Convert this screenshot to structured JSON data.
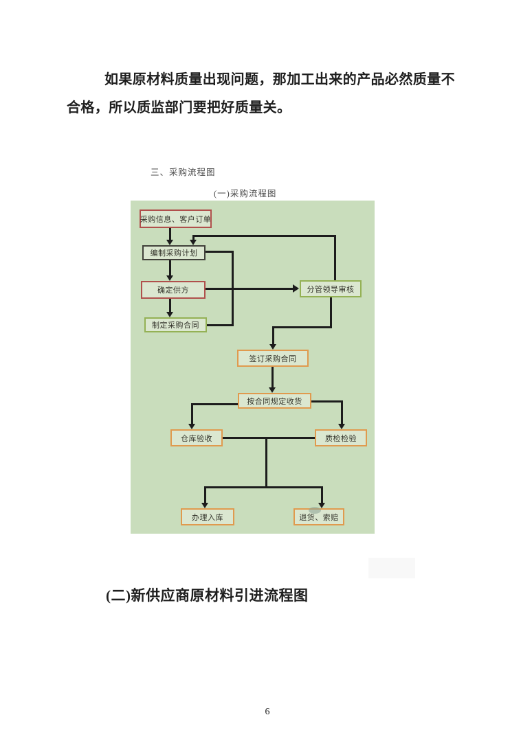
{
  "page": {
    "paragraph": {
      "line1": "如果原材料质量出现问题，那加工出来的产品必然质量不",
      "line2": "合格，所以质监部门要把好质量关。"
    },
    "section_heading": "三、采购流程图",
    "figure_caption": "(一)采购流程图",
    "next_section_heading": "(二)新供应商原材料引进流程图",
    "page_number": "6"
  },
  "flowchart": {
    "title": "采购流程图",
    "colors": {
      "panel_background": "#c9ddbc",
      "node_fill": "#dbe7d0",
      "connector": "#1c1c1c",
      "border_red": "#b0504c",
      "border_dark": "#41413a",
      "border_green": "#94b155",
      "border_orange": "#e09a4e"
    },
    "nodes": [
      {
        "id": "purchase-info",
        "label": "采购信息、客户订单",
        "border": "red"
      },
      {
        "id": "make-plan",
        "label": "编制采购计划",
        "border": "dark"
      },
      {
        "id": "select-supplier",
        "label": "确定供方",
        "border": "red"
      },
      {
        "id": "draft-contract",
        "label": "制定采购合同",
        "border": "green"
      },
      {
        "id": "leader-review",
        "label": "分管领导审核",
        "border": "green"
      },
      {
        "id": "sign-contract",
        "label": "签订采购合同",
        "border": "orange"
      },
      {
        "id": "receive-goods",
        "label": "按合同规定收货",
        "border": "orange"
      },
      {
        "id": "warehouse-check",
        "label": "仓库验收",
        "border": "orange"
      },
      {
        "id": "quality-inspect",
        "label": "质检检验",
        "border": "orange"
      },
      {
        "id": "stock-in",
        "label": "办理入库",
        "border": "orange"
      },
      {
        "id": "return-claim",
        "label": "退货、索赔",
        "border": "orange"
      }
    ],
    "edges": [
      {
        "from": "采购信息、客户订单",
        "to": "编制采购计划",
        "arrow": true
      },
      {
        "from": "分管领导审核",
        "to": "编制采购计划",
        "arrow": true
      },
      {
        "from": "编制采购计划",
        "to": "确定供方",
        "arrow": true
      },
      {
        "from": "确定供方",
        "to": "制定采购合同",
        "arrow": true
      },
      {
        "from": "确定供方",
        "to": "分管领导审核",
        "arrow": true
      },
      {
        "from": "编制采购计划",
        "to": "制定采购合同",
        "arrow": false
      },
      {
        "from": "分管领导审核",
        "to": "签订采购合同",
        "arrow": true
      },
      {
        "from": "签订采购合同",
        "to": "按合同规定收货",
        "arrow": true
      },
      {
        "from": "按合同规定收货",
        "to": "仓库验收",
        "arrow": true
      },
      {
        "from": "按合同规定收货",
        "to": "质检检验",
        "arrow": true
      },
      {
        "from": "仓库验收",
        "to": "办理入库",
        "arrow": true
      },
      {
        "from": "质检检验",
        "to": "退货、索赔",
        "arrow": true
      }
    ]
  }
}
